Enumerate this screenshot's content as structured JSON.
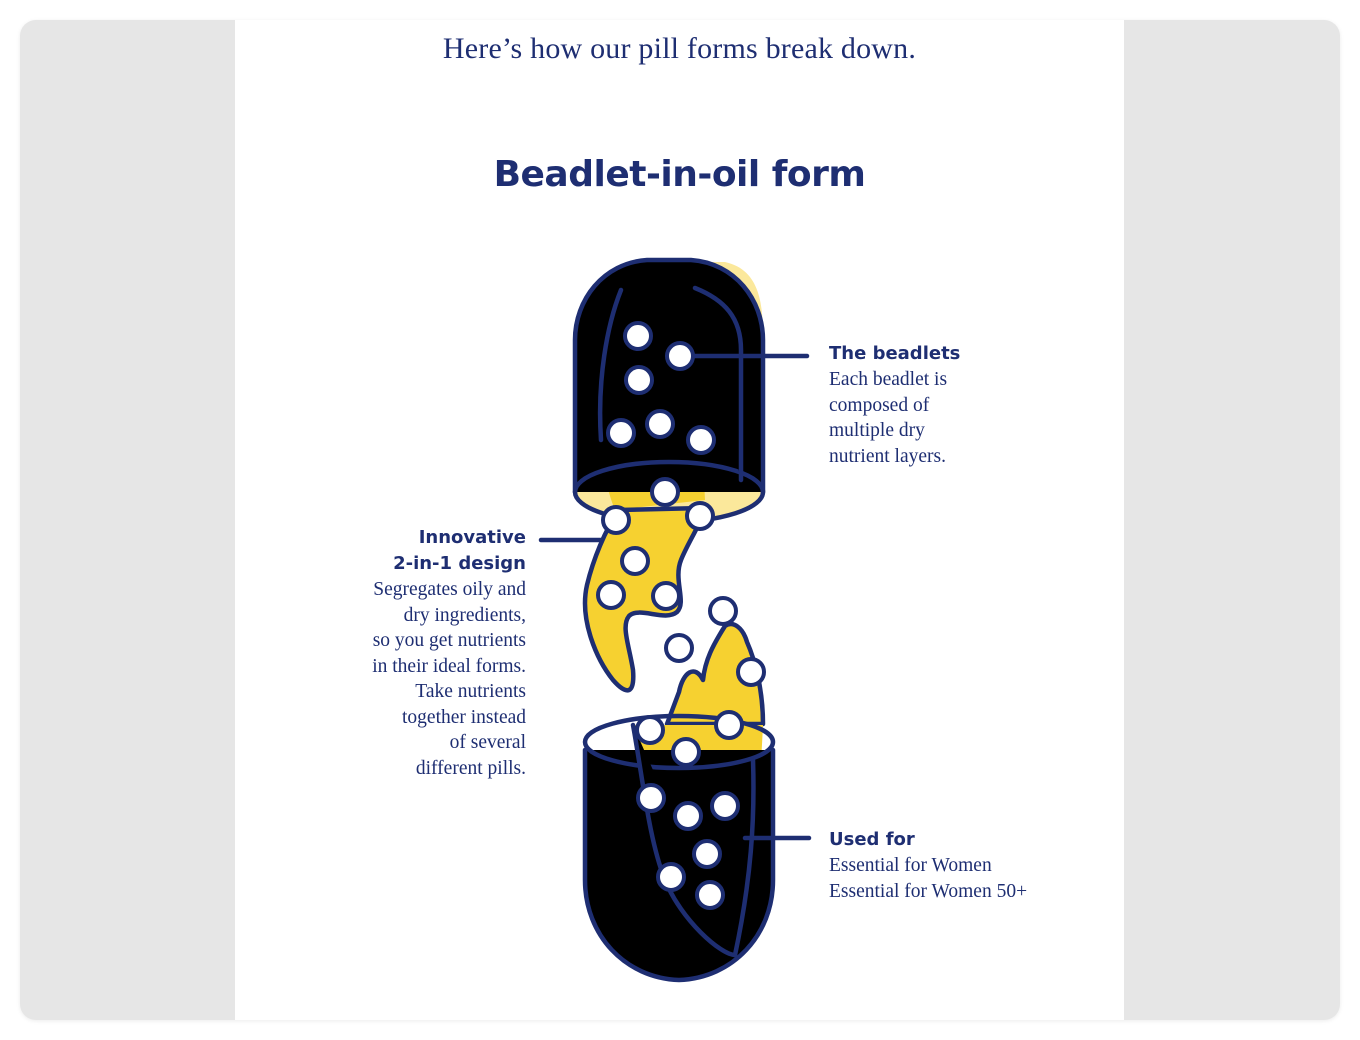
{
  "intro": "Here’s how our pill forms break down.",
  "heading": "Beadlet-in-oil form",
  "colors": {
    "navy": "#1e2e72",
    "capsule_fill": "#fbe89b",
    "oil_fill": "#f6d130",
    "beadlet_fill": "#ffffff",
    "frame": "#e6e6e6"
  },
  "callouts": {
    "beadlets": {
      "title": "The beadlets",
      "lines": [
        "Each beadlet is",
        "composed of",
        "multiple dry",
        "nutrient layers."
      ]
    },
    "design": {
      "title_lines": [
        "Innovative",
        "2-in-1 design"
      ],
      "lines": [
        "Segregates oily and",
        "dry ingredients,",
        "so you get nutrients",
        "in their ideal forms.",
        "Take nutrients",
        "together instead",
        "of several",
        "different pills."
      ]
    },
    "used_for": {
      "title": "Used for",
      "lines": [
        "Essential for Women",
        "Essential for Women 50+"
      ]
    }
  },
  "icons": [
    "capsule-top-icon",
    "capsule-bottom-icon",
    "oil-splash-icon",
    "beadlet-icon"
  ]
}
